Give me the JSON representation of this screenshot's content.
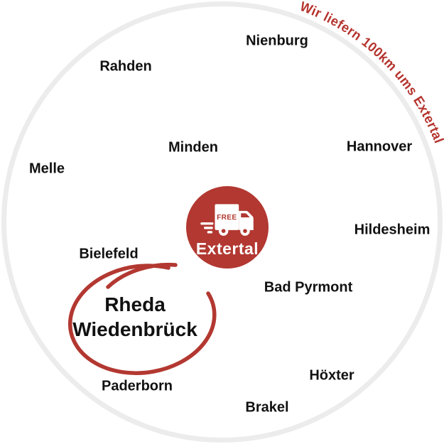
{
  "graphic": {
    "arc_text": "Wir liefern 100km ums Extertal",
    "badge": {
      "free_label": "FREE",
      "city": "Extertal"
    },
    "highlight": {
      "line1": "Rheda",
      "line2": "Wiedenbrück"
    },
    "cities": [
      {
        "name": "Nienburg"
      },
      {
        "name": "Rahden"
      },
      {
        "name": "Minden"
      },
      {
        "name": "Hannover"
      },
      {
        "name": "Melle"
      },
      {
        "name": "Hildesheim"
      },
      {
        "name": "Bielefeld"
      },
      {
        "name": "Bad Pyrmont"
      },
      {
        "name": "Höxter"
      },
      {
        "name": "Brakel"
      },
      {
        "name": "Paderborn"
      }
    ],
    "colors": {
      "brand_red": "#b23831",
      "arc_text_red": "#b5342e",
      "label_black": "#111111",
      "circle_fill": "#ffffff",
      "circle_rim": "#ececec"
    }
  }
}
